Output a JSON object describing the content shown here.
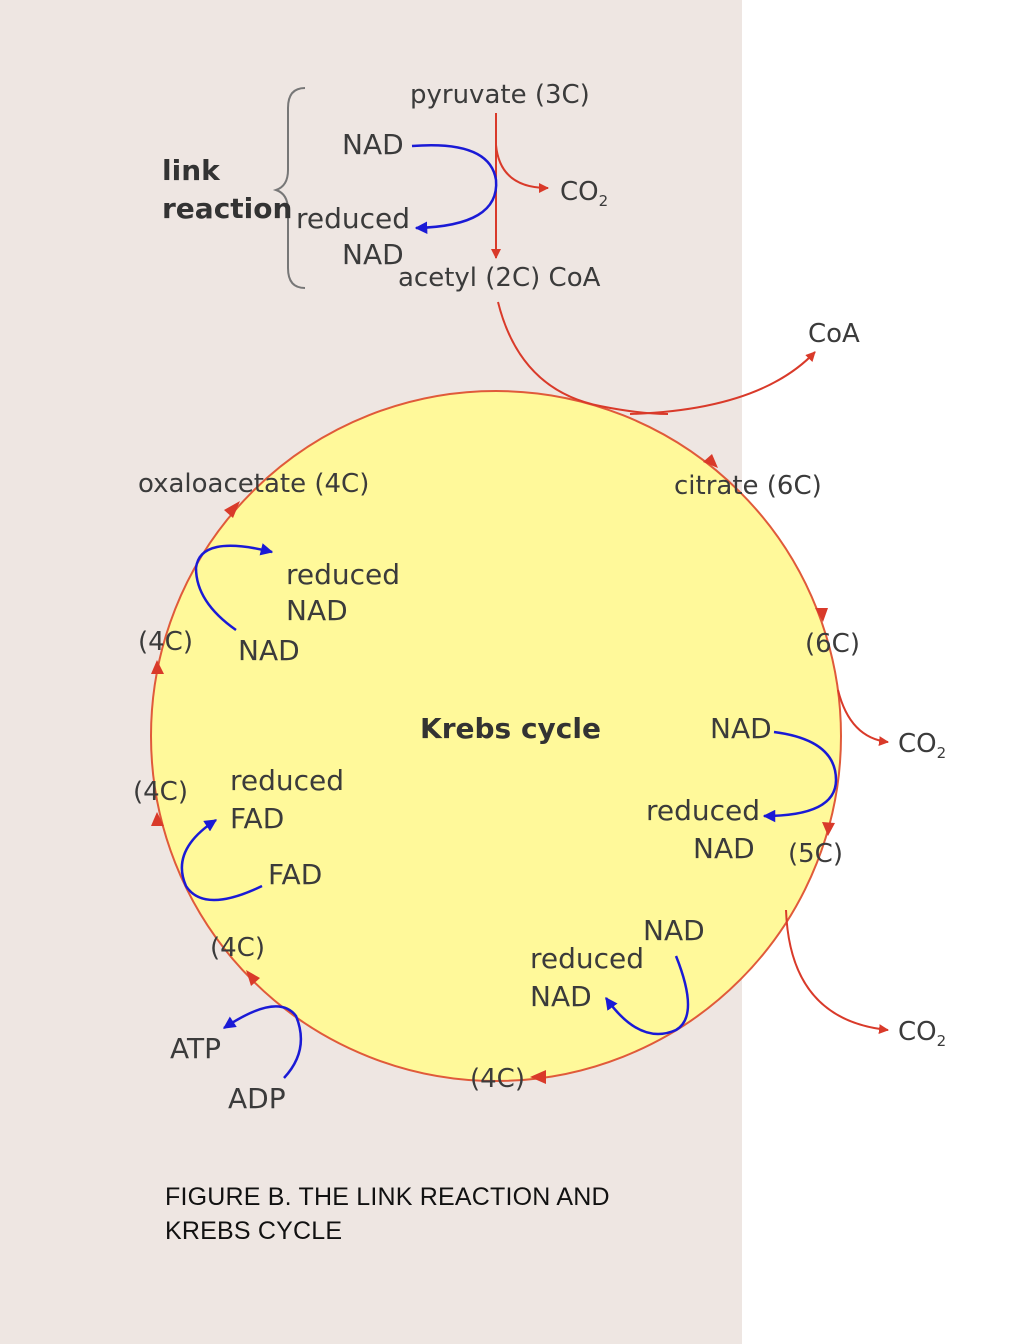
{
  "colors": {
    "background_panel": "#eee6e2",
    "cycle_fill": "#fff99a",
    "cycle_stroke": "#e05a3a",
    "red_arrow": "#d93a2a",
    "blue_arrow": "#1a1ad6"
  },
  "link": {
    "label_line1": "link",
    "label_line2": "reaction",
    "pyruvate": "pyruvate (3C)",
    "nad": "NAD",
    "reduced": "reduced",
    "reduced_nad": "NAD",
    "co2_base": "CO",
    "co2_sub": "2",
    "acetyl": "acetyl (2C) CoA"
  },
  "coa": "CoA",
  "cycle": {
    "title": "Krebs cycle",
    "citrate": "citrate (6C)",
    "six_c": "(6C)",
    "nad_right": "NAD",
    "reduced_right": "reduced",
    "reduced_right_nad": "NAD",
    "co2_right_base": "CO",
    "co2_right_sub": "2",
    "five_c": "(5C)",
    "co2_lower_base": "CO",
    "co2_lower_sub": "2",
    "nad_bottom": "NAD",
    "reduced_bottom": "reduced",
    "reduced_bottom_nad": "NAD",
    "four_c_bottom": "(4C)",
    "adp": "ADP",
    "atp": "ATP",
    "four_c_lower_left": "(4C)",
    "fad": "FAD",
    "reduced_fad_1": "reduced",
    "reduced_fad_2": "FAD",
    "four_c_left": "(4C)",
    "four_c_upper_left": "(4C)",
    "nad_left": "NAD",
    "reduced_left_1": "reduced",
    "reduced_left_2": "NAD",
    "oxaloacetate": "oxaloacetate (4C)"
  },
  "caption": "FIGURE B. THE LINK REACTION AND KREBS CYCLE"
}
